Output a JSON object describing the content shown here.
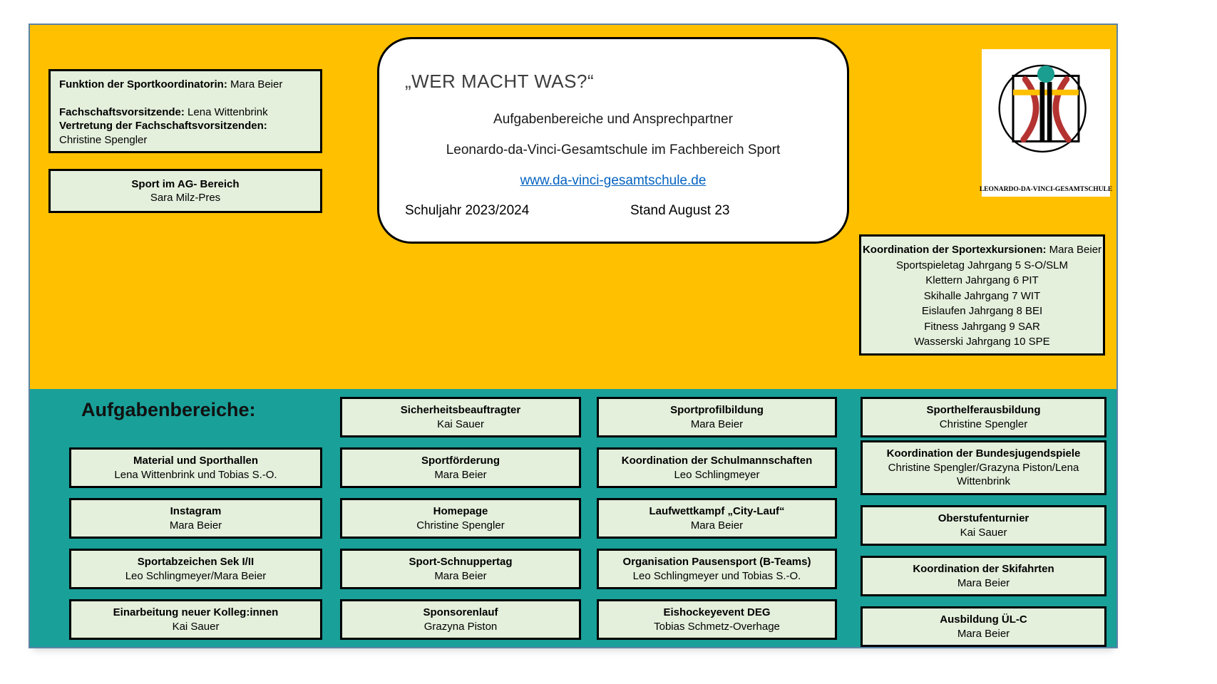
{
  "colors": {
    "orange_bg": "#FFC000",
    "teal_bg": "#19A099",
    "box_green": "#E4EFDC",
    "panel_border_blue": "#5B84A6",
    "link_blue": "#0563C1",
    "logo_red": "#B43331",
    "logo_head_teal": "#1A9E8F",
    "logo_bar_yellow": "#FFC000"
  },
  "coordinators_box": {
    "role1_label": "Funktion der Sportkoordinatorin:",
    "role1_value": " Mara Beier",
    "role2_label": "Fachschaftsvorsitzende:",
    "role2_value": " Lena Wittenbrink",
    "role3_label": "Vertretung der Fachschaftsvorsitzenden:",
    "role3_value": "Christine Spengler"
  },
  "ag_box": {
    "title": "Sport im AG- Bereich",
    "name": "Sara Milz-Pres"
  },
  "header_card": {
    "title": "„WER MACHT WAS?“",
    "subtitle1": "Aufgabenbereiche und Ansprechpartner",
    "subtitle2": "Leonardo-da-Vinci-Gesamtschule im Fachbereich Sport",
    "link": "www.da-vinci-gesamtschule.de",
    "school_year": "Schuljahr 2023/2024",
    "stand": "Stand August 23"
  },
  "logo": {
    "caption": "LEONARDO-DA-VINCI-GESAMTSCHULE"
  },
  "excursions_box": {
    "title_label": "Koordination der Sportexkursionen:",
    "title_value": " Mara Beier",
    "lines": [
      "Sportspieletag Jahrgang 5 S-O/SLM",
      "Klettern Jahrgang 6 PIT",
      "Skihalle Jahrgang 7  WIT",
      "Eislaufen Jahrgang 8 BEI",
      "Fitness Jahrgang 9 SAR",
      "Wasserski Jahrgang 10 SPE"
    ]
  },
  "tasks": {
    "heading": "Aufgabenbereiche:",
    "columns": [
      {
        "boxes": [
          {
            "title": "Material und Sporthallen",
            "name": "Lena Wittenbrink und Tobias S.-O."
          },
          {
            "title": "Instagram",
            "name": "Mara Beier"
          },
          {
            "title": "Sportabzeichen Sek I/II",
            "name": "Leo Schlingmeyer/Mara Beier"
          },
          {
            "title": "Einarbeitung neuer Kolleg:innen",
            "name": "Kai Sauer"
          }
        ]
      },
      {
        "boxes": [
          {
            "title": "Sicherheitsbeauftragter",
            "name": "Kai Sauer"
          },
          {
            "title": "Sportförderung",
            "name": "Mara Beier"
          },
          {
            "title": "Homepage",
            "name": "Christine Spengler"
          },
          {
            "title": "Sport-Schnuppertag",
            "name": "Mara Beier"
          },
          {
            "title": "Sponsorenlauf",
            "name": "Grazyna Piston"
          }
        ]
      },
      {
        "boxes": [
          {
            "title": "Sportprofilbildung",
            "name": "Mara Beier"
          },
          {
            "title": "Koordination der Schulmannschaften",
            "name": "Leo Schlingmeyer"
          },
          {
            "title": "Laufwettkampf „City-Lauf“",
            "name": "Mara Beier"
          },
          {
            "title": "Organisation Pausensport (B-Teams)",
            "name": "Leo Schlingmeyer und Tobias S.-O."
          },
          {
            "title": "Eishockeyevent DEG",
            "name": "Tobias Schmetz-Overhage"
          }
        ]
      },
      {
        "boxes": [
          {
            "title": "Sporthelferausbildung",
            "name": "Christine Spengler"
          },
          {
            "title": "Koordination der Bundesjugendspiele",
            "name": "Christine Spengler/Grazyna Piston/Lena Wittenbrink"
          },
          {
            "title": "Oberstufenturnier",
            "name": "Kai Sauer"
          },
          {
            "title": "Koordination der Skifahrten",
            "name": "Mara Beier"
          },
          {
            "title": "Ausbildung ÜL-C",
            "name": "Mara Beier"
          }
        ]
      }
    ]
  }
}
